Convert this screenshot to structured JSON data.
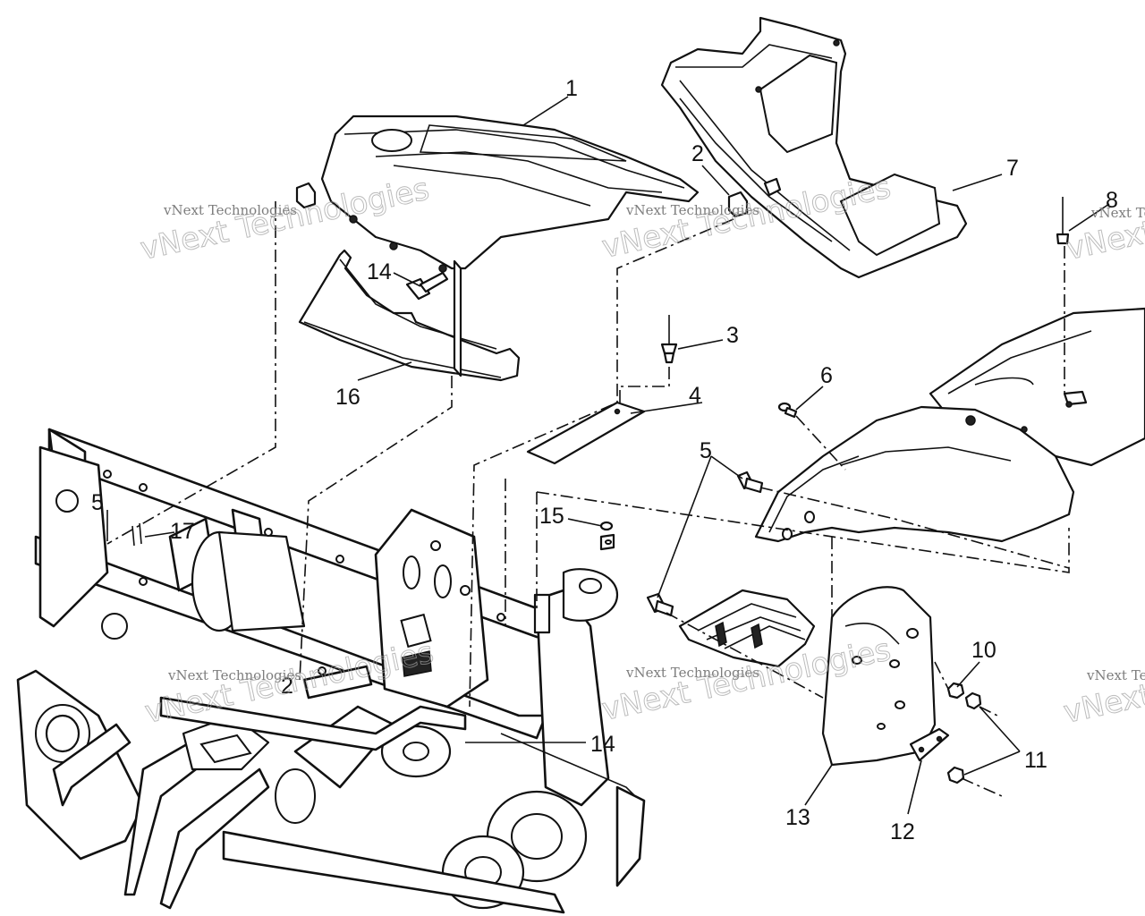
{
  "watermark": {
    "small_text": "vNext Technologies",
    "big_text": "vNext Technologies"
  },
  "callouts": {
    "c1": "1",
    "c2_top": "2",
    "c2_bottom": "2",
    "c3": "3",
    "c4": "4",
    "c5_left": "5",
    "c5_mid": "5",
    "c6": "6",
    "c7": "7",
    "c8": "8",
    "c10": "10",
    "c11": "11",
    "c12": "12",
    "c13": "13",
    "c14_top": "14",
    "c14_bottom": "14",
    "c15": "15",
    "c16": "16",
    "c17": "17"
  },
  "colors": {
    "line": "#111111",
    "background": "#ffffff",
    "watermark": "#7d7d7d"
  }
}
